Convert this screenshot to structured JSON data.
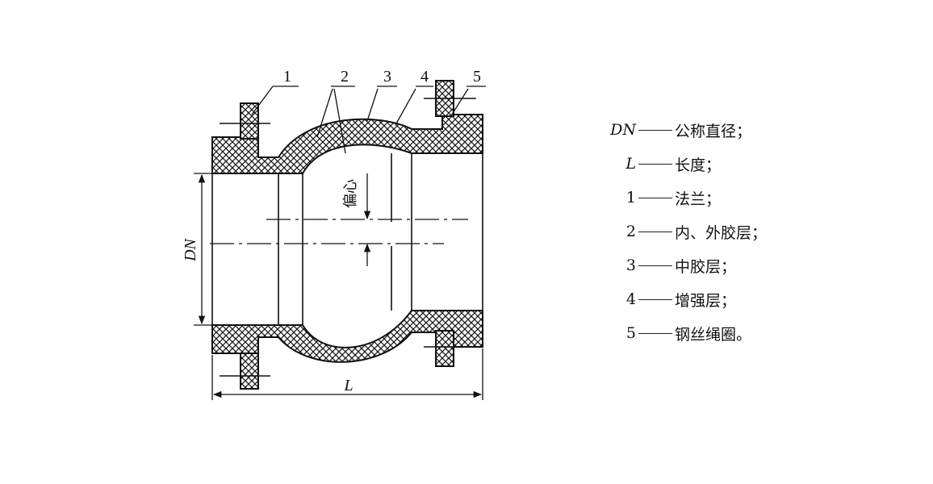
{
  "figure": {
    "callouts": [
      "1",
      "2",
      "3",
      "4",
      "5"
    ],
    "dim_diameter": "DN",
    "dim_length": "L",
    "offset_label": "偏心"
  },
  "legend": [
    {
      "key": "DN",
      "desc": "公称直径；"
    },
    {
      "key": "L",
      "desc": "长度；"
    },
    {
      "key": "1",
      "desc": "法兰；"
    },
    {
      "key": "2",
      "desc": "内、外胶层；"
    },
    {
      "key": "3",
      "desc": "中胶层；"
    },
    {
      "key": "4",
      "desc": "增强层；"
    },
    {
      "key": "5",
      "desc": "钢丝绳圈。"
    }
  ]
}
